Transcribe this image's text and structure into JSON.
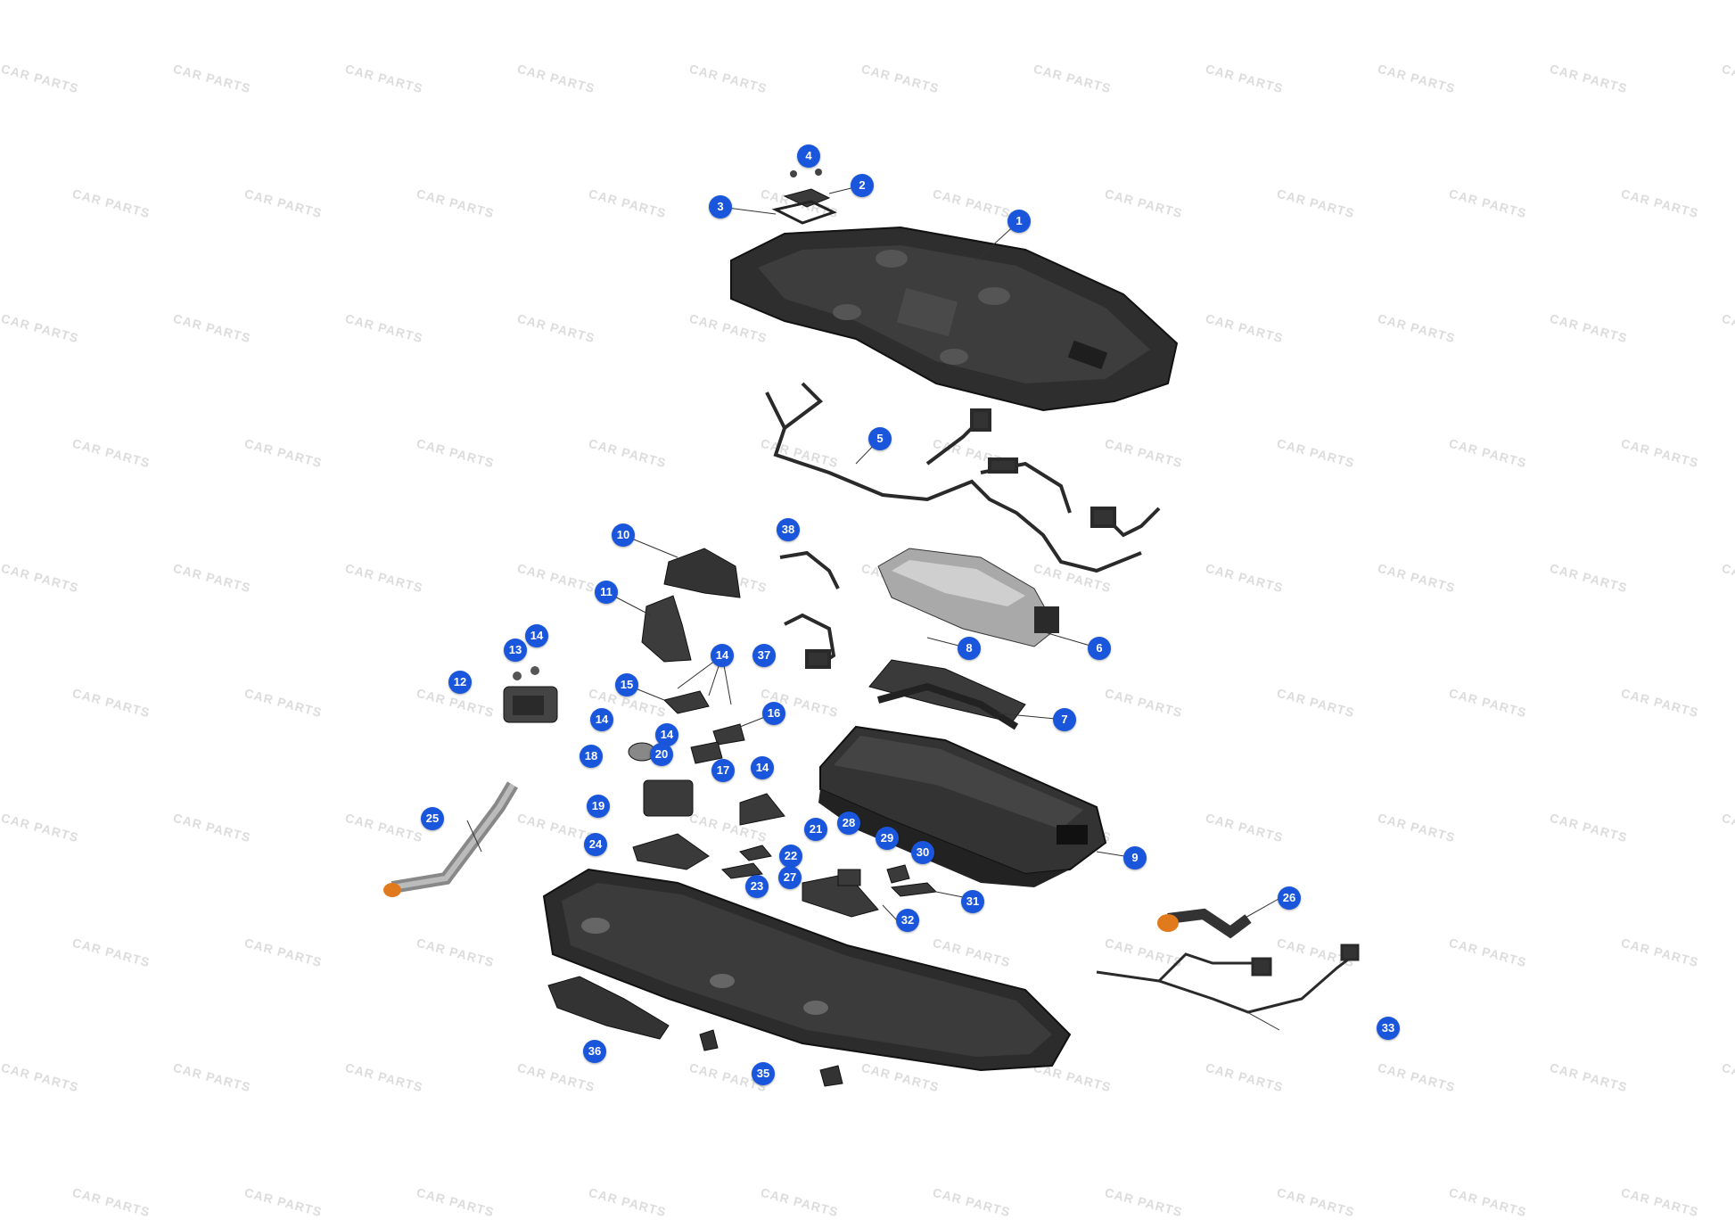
{
  "watermark_text": "CAR PARTS",
  "colors": {
    "callout": "#1a56db",
    "part_dark": "#2b2b2b",
    "part_mid": "#5a5a5a",
    "part_light": "#bdbdbd",
    "accent_orange": "#e07a1c",
    "leader": "#333333"
  },
  "callouts": [
    {
      "id": "1",
      "label": "1"
    },
    {
      "id": "2",
      "label": "2"
    },
    {
      "id": "3",
      "label": "3"
    },
    {
      "id": "4",
      "label": "4"
    },
    {
      "id": "5",
      "label": "5"
    },
    {
      "id": "6",
      "label": "6"
    },
    {
      "id": "7",
      "label": "7"
    },
    {
      "id": "8",
      "label": "8"
    },
    {
      "id": "9",
      "label": "9"
    },
    {
      "id": "10",
      "label": "10"
    },
    {
      "id": "11",
      "label": "11"
    },
    {
      "id": "12",
      "label": "12"
    },
    {
      "id": "13",
      "label": "13"
    },
    {
      "id": "14a",
      "label": "14"
    },
    {
      "id": "14b",
      "label": "14"
    },
    {
      "id": "14c",
      "label": "14"
    },
    {
      "id": "14d",
      "label": "14"
    },
    {
      "id": "14e",
      "label": "14"
    },
    {
      "id": "15",
      "label": "15"
    },
    {
      "id": "16",
      "label": "16"
    },
    {
      "id": "17",
      "label": "17"
    },
    {
      "id": "18",
      "label": "18"
    },
    {
      "id": "19",
      "label": "19"
    },
    {
      "id": "20",
      "label": "20"
    },
    {
      "id": "21",
      "label": "21"
    },
    {
      "id": "22",
      "label": "22"
    },
    {
      "id": "23",
      "label": "23"
    },
    {
      "id": "24",
      "label": "24"
    },
    {
      "id": "25",
      "label": "25"
    },
    {
      "id": "26",
      "label": "26"
    },
    {
      "id": "27",
      "label": "27"
    },
    {
      "id": "28",
      "label": "28"
    },
    {
      "id": "29",
      "label": "29"
    },
    {
      "id": "30",
      "label": "30"
    },
    {
      "id": "31",
      "label": "31"
    },
    {
      "id": "32",
      "label": "32"
    },
    {
      "id": "33",
      "label": "33"
    },
    {
      "id": "35",
      "label": "35"
    },
    {
      "id": "36",
      "label": "36"
    },
    {
      "id": "37",
      "label": "37"
    },
    {
      "id": "38",
      "label": "38"
    }
  ]
}
